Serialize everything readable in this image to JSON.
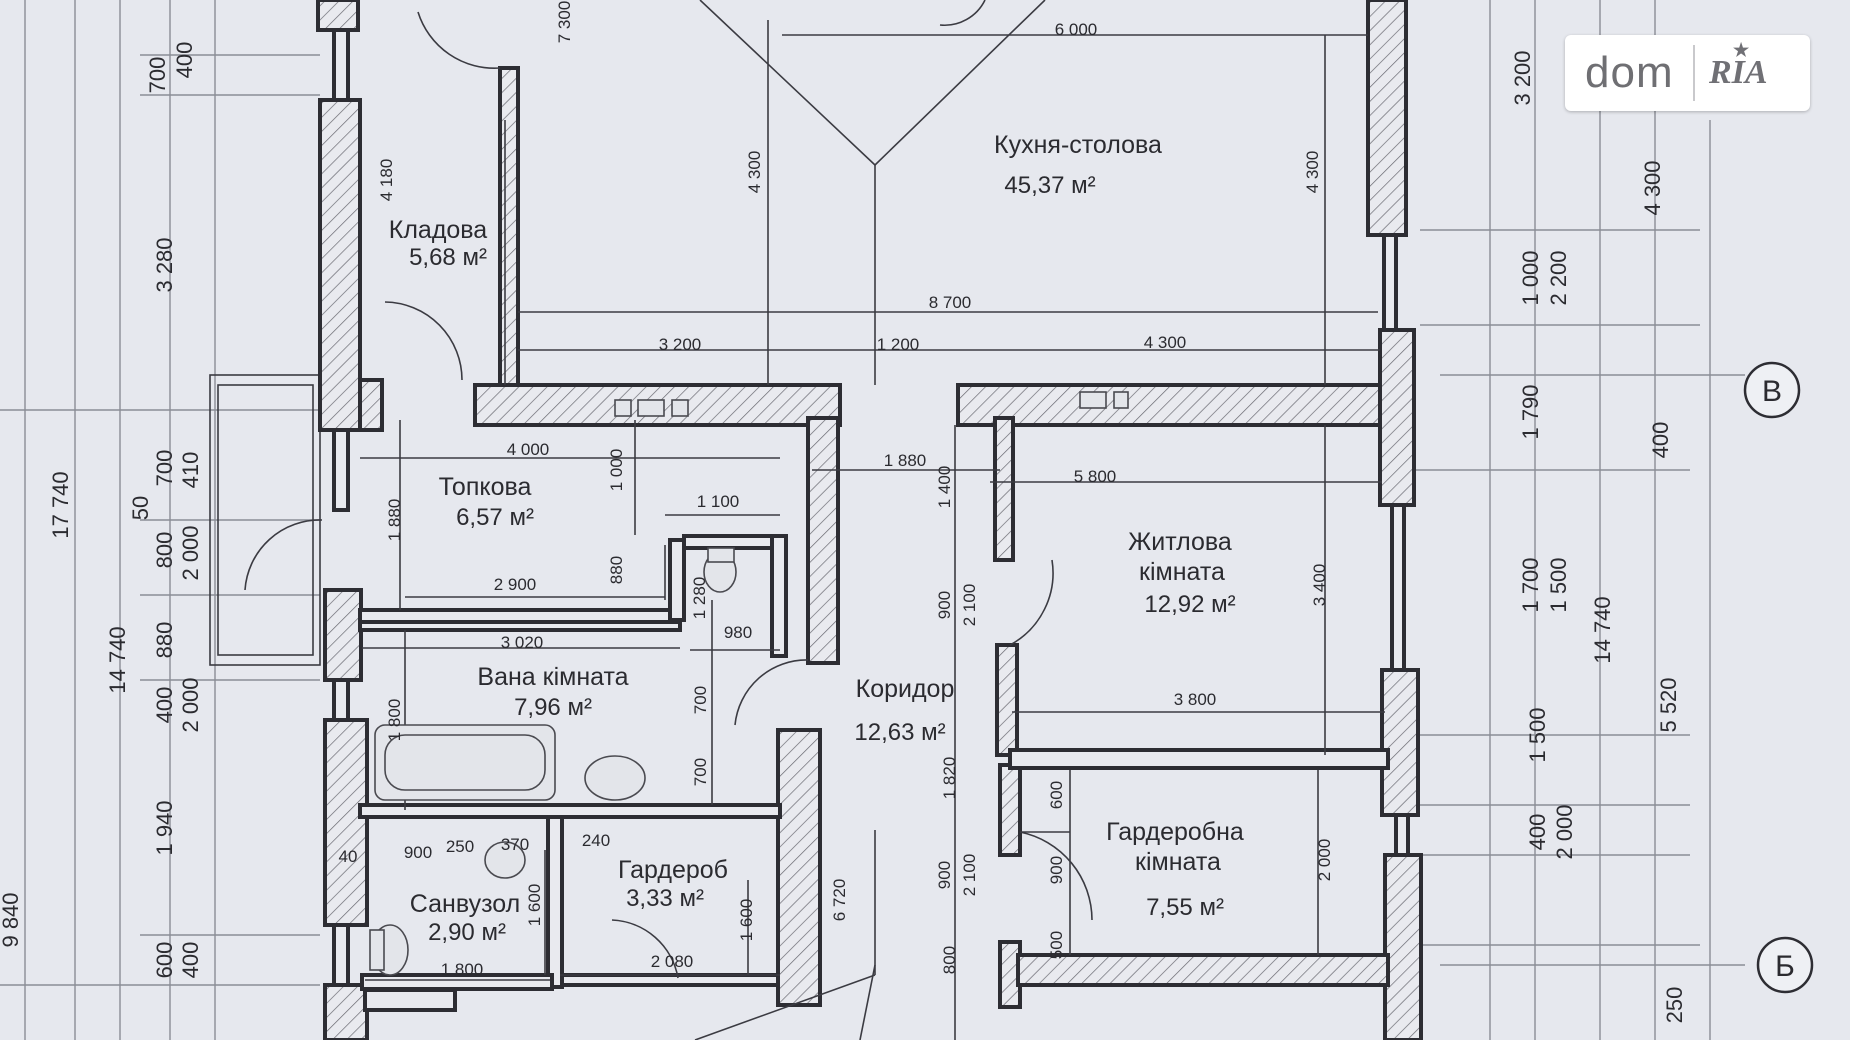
{
  "rooms": [
    {
      "name": "Кухня-столова",
      "area": "45,37 м²"
    },
    {
      "name": "Кладова",
      "area": "5,68 м²"
    },
    {
      "name": "Топкова",
      "area": "6,57 м²"
    },
    {
      "name": "Вана кімната",
      "area": "7,96 м²"
    },
    {
      "name": "Коридор",
      "area": "12,63 м²"
    },
    {
      "name": "Житлова",
      "name2": "кімната",
      "area": "12,92 м²"
    },
    {
      "name": "Гардероб",
      "area": "3,33 м²"
    },
    {
      "name": "Санвузол",
      "area": "2,90 м²"
    },
    {
      "name": "Гардеробна",
      "name2": "кімната",
      "area": "7,55 м²"
    }
  ],
  "dimensions": {
    "d6000": "6 000",
    "d8700": "8 700",
    "d3200": "3 200",
    "d1200": "1 200",
    "d4300a": "4 300",
    "d4000": "4 000",
    "d1880h": "1 880",
    "d5800": "5 800",
    "d1100": "1 100",
    "d2900": "2 900",
    "d3020": "3 020",
    "d980": "980",
    "d3800": "3 800",
    "d1800": "1 800",
    "d2080": "2 080",
    "d900": "900",
    "d250": "250",
    "d370": "370",
    "d240": "240",
    "d40": "40",
    "v4180": "4 180",
    "v4300a": "4 300",
    "v4300b": "4 300",
    "v7300": "7 300",
    "v1000": "1 000",
    "v1880": "1 880",
    "v880": "880",
    "v1280": "1 280",
    "v1400": "1 400",
    "v900a": "900",
    "v2100a": "2 100",
    "v3400": "3 400",
    "v1800": "1 800",
    "v700a": "700",
    "v700b": "700",
    "v1820": "1 820",
    "v6720": "6 720",
    "v1600a": "1 600",
    "v1600b": "1 600",
    "v600": "600",
    "v900b": "900",
    "v2100b": "2 100",
    "v500": "500",
    "v900c": "900",
    "v800": "800",
    "v2000": "2 000",
    "l700": "700",
    "l400a": "400",
    "l3280": "3 280",
    "l700b": "700",
    "l410": "410",
    "l800": "800",
    "l2000a": "2 000",
    "l880": "880",
    "l400b": "400",
    "l2000b": "2 000",
    "l1940": "1 940",
    "l600": "600",
    "l400c": "400",
    "l50": "50",
    "l17740": "17 740",
    "l14740": "14 740",
    "l9840": "9 840",
    "r3200": "3 200",
    "r4300": "4 300",
    "r1000": "1 000",
    "r2200": "2 200",
    "r1790": "1 790",
    "r400a": "400",
    "r1700": "1 700",
    "r1500a": "1 500",
    "r14740": "14 740",
    "r1500b": "1 500",
    "r5520": "5 520",
    "r400b": "400",
    "r2000": "2 000",
    "r250": "250"
  },
  "axes": {
    "b": "В",
    "bb": "Б"
  },
  "logo": {
    "dom": "dom",
    "ria": "RIA"
  }
}
